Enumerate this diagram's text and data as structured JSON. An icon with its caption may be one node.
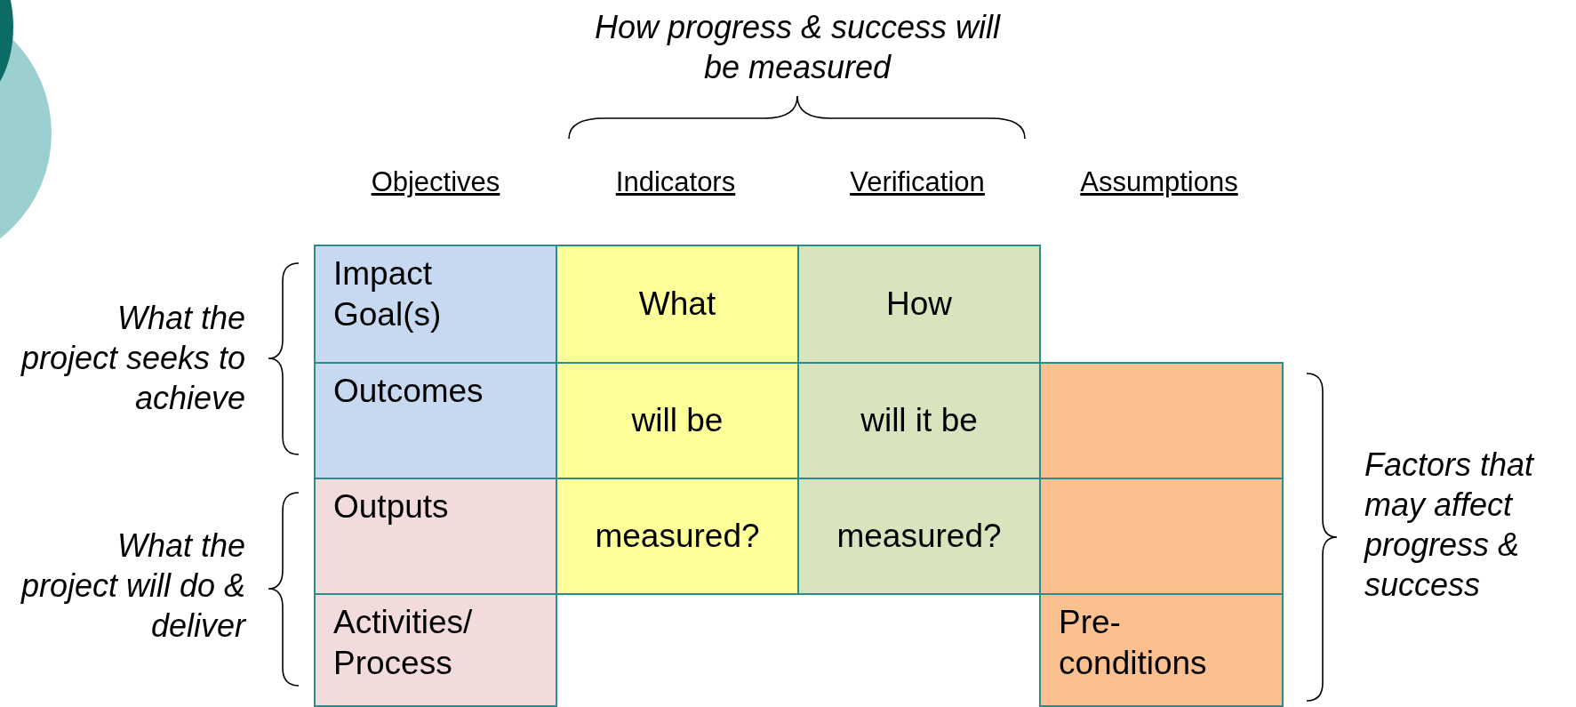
{
  "diagram": {
    "nodes": [
      {
        "text": [
          "Impact Goal(s)"
        ]
      },
      {
        "text": [
          "What"
        ]
      },
      {
        "text": [
          "How"
        ]
      },
      {
        "text": [
          "Outcomes"
        ]
      },
      {
        "text": [
          "will be"
        ]
      },
      {
        "text": [
          "will it be"
        ]
      },
      {
        "text": [],
        "shape": "box"
      },
      {
        "text": [
          "Outputs"
        ]
      },
      {
        "text": [
          "measured?"
        ]
      },
      {
        "text": [
          "measured?"
        ]
      },
      {
        "text": [],
        "shape": "box"
      },
      {
        "text": [
          "Activities/ Process"
        ]
      },
      {
        "text": [
          "Pre- conditions"
        ]
      }
    ],
    "labels": [
      "How progress & success will be measured",
      "Objectives",
      "Indicators",
      "Verification",
      "Assumptions",
      "What the project seeks to achieve",
      "What the project will do & deliver",
      "Factors that may affect progress & success"
    ]
  }
}
